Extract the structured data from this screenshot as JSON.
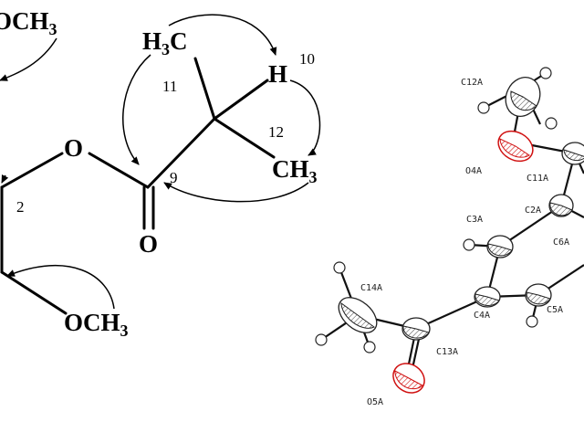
{
  "left_structure": {
    "atoms": {
      "och3_top": {
        "main": "OCH",
        "sub": "3"
      },
      "o_ester": "O",
      "h3c": {
        "main": "H",
        "sub": "3",
        "tail": "C"
      },
      "h": "H",
      "ch3_right": {
        "main": "CH",
        "sub": "3"
      },
      "o_carbonyl": "O",
      "och3_bottom": {
        "main": "OCH",
        "sub": "3"
      }
    },
    "numbers": [
      "10",
      "11",
      "12",
      "9",
      "2"
    ]
  },
  "right_structure": {
    "labels": [
      "C12A",
      "O4A",
      "C11A",
      "C2A",
      "C3A",
      "C6A",
      "C14A",
      "C4A",
      "C5A",
      "C13A",
      "O5A"
    ]
  }
}
